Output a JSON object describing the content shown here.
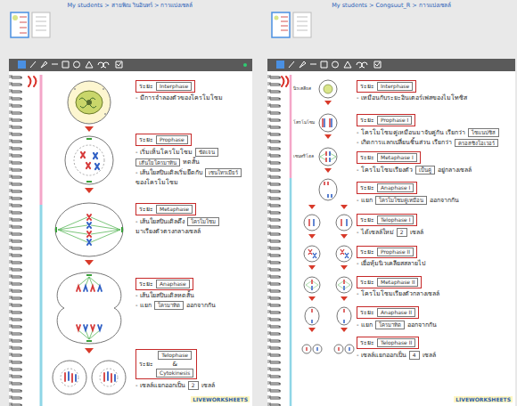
{
  "diagram": {
    "nodes": [
      {
        "text": [
          "ระยะ"
        ]
      },
      {
        "text": [
          "Interphase"
        ],
        "in": 0
      },
      {
        "text": [
          "ระยะ"
        ]
      },
      {
        "text": [
          "Prophase"
        ],
        "in": 2
      },
      {
        "text": [
          "ชัดเจน"
        ]
      },
      {
        "text": [
          "เส้นใยโครมาทิน"
        ]
      },
      {
        "text": [
          "เซนโทรเมียร์"
        ]
      },
      {
        "text": [
          "ระยะ"
        ]
      },
      {
        "text": [
          "Metaphase"
        ],
        "in": 7
      },
      {
        "text": [
          "โครโมโซม"
        ]
      },
      {
        "text": [
          "ระยะ"
        ]
      },
      {
        "text": [
          "Anaphase"
        ],
        "in": 10
      },
      {
        "text": [
          "โครมาทิด"
        ]
      },
      {
        "text": [
          "ระยะ",
          "&"
        ]
      },
      {
        "text": [
          "Telophase"
        ],
        "in": 13
      },
      {
        "text": [
          "Cytokinesis"
        ],
        "in": 13
      },
      {
        "text": [
          "2"
        ]
      },
      {
        "text": [
          "ระยะ"
        ]
      },
      {
        "text": [
          "Interphase"
        ],
        "in": 17
      },
      {
        "text": [
          "ระยะ"
        ]
      },
      {
        "text": [
          "Prophase I"
        ],
        "in": 19
      },
      {
        "text": [
          "ไซแนปซิส"
        ]
      },
      {
        "text": [
          "ครอสซิงโอเวอร์"
        ]
      },
      {
        "text": [
          "ระยะ"
        ]
      },
      {
        "text": [
          "Metaphase I"
        ],
        "in": 23
      },
      {
        "text": [
          "เป็นคู่"
        ]
      },
      {
        "text": [
          "ระยะ"
        ]
      },
      {
        "text": [
          "Anaphase I"
        ],
        "in": 26
      },
      {
        "text": [
          "โครโมโซมคู่เหมือน"
        ]
      },
      {
        "text": [
          "ระยะ"
        ]
      },
      {
        "text": [
          "Telophase I"
        ],
        "in": 29
      },
      {
        "text": [
          "2"
        ]
      },
      {
        "text": [
          "ระยะ"
        ]
      },
      {
        "text": [
          "Prophase II"
        ],
        "in": 32
      },
      {
        "text": [
          "ระยะ"
        ]
      },
      {
        "text": [
          "Metaphase II"
        ],
        "in": 34
      },
      {
        "text": [
          "ระยะ"
        ]
      },
      {
        "text": [
          "Anaphase II"
        ],
        "in": 36
      },
      {
        "text": [
          "โครมาทิด"
        ]
      },
      {
        "text": [
          "ระยะ"
        ]
      },
      {
        "text": [
          "Telophase II"
        ],
        "in": 39
      },
      {
        "text": [
          "4"
        ]
      }
    ],
    "labels": [
      "My students > สายพิณ รินอินทร์ > การแบ่งเซลล์",
      "My students > Congsuut_R > การแบ่งเซลล์",
      "- มีการจำลองตัวของโครโมโซม",
      "- เริ่มเห็นโครโมโซม",
      "หดสั้น",
      "- เส้นใยสปินเดิลเริ่มยึดกับ",
      "ของโครโมโซม",
      "- เส้นใยสปินเดิลดึง",
      "มาเรียงตัวตรงกลางเซลล์",
      "- เส้นใยสปินเดิลหดสั้น",
      "- แยก",
      "ออกจากกัน",
      "- เซลล์แยกออกเป็น",
      "เซลล์",
      "LIVEWORKSHEETS",
      "- เหมือนกับระยะอินเตอร์เฟสของไมโทซิส",
      "- โครโมโซมคู่เหมือนมาจับคู่กัน เรียกว่า",
      "- เกิดการแลกเปลี่ยนชิ้นส่วน เรียกว่า",
      "- โครโมโซมเรียงตัว",
      "อยู่กลางเซลล์",
      "- แยก",
      "ออกจากกัน",
      "- ได้เซลล์ใหม่",
      "เซลล์",
      "- เยื่อหุ้มนิวเคลียสสลายไป",
      "- โครโมโซมเรียงตัวกลางเซลล์",
      "- แยก",
      "ออกจากกัน",
      "- เซลล์แยกออกเป็น",
      "เซลล์",
      "LIVEWORKSHEETS",
      "นิวเคลียส",
      "โครโมโซม",
      "เซนทริโอล"
    ]
  }
}
